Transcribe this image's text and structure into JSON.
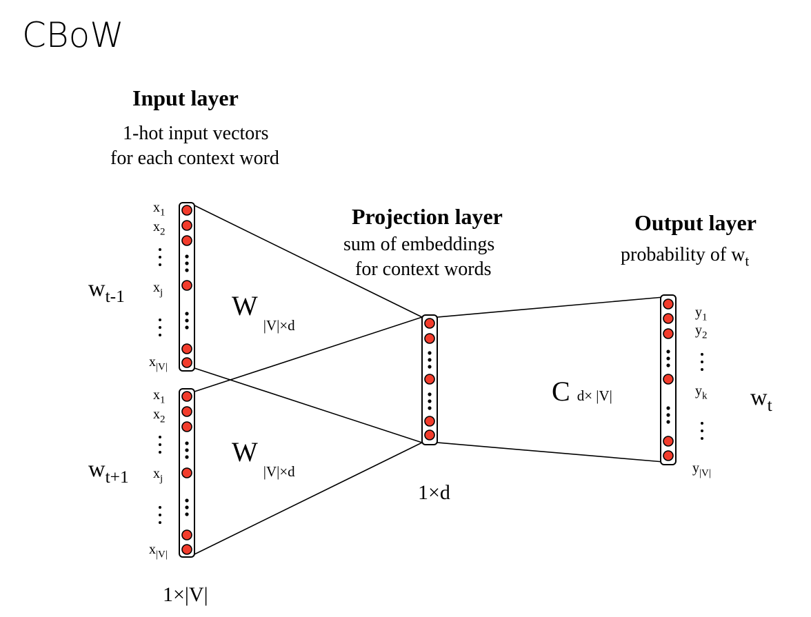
{
  "title": "CBoW",
  "input_layer": {
    "heading": "Input layer",
    "desc_line1": "1-hot input vectors",
    "desc_line2": "for each context word"
  },
  "projection_layer": {
    "heading": "Projection layer",
    "desc_line1": "sum of embeddings",
    "desc_line2": "for context words",
    "dim": "1×d"
  },
  "output_layer": {
    "heading": "Output layer",
    "desc_prefix": "probability of w",
    "desc_sub": "t"
  },
  "context_words": [
    {
      "base": "w",
      "sub": "t-1"
    },
    {
      "base": "w",
      "sub": "t+1"
    }
  ],
  "target_word": {
    "base": "w",
    "sub": "t"
  },
  "input_labels": {
    "x1": {
      "base": "x",
      "sub": "1"
    },
    "x2": {
      "base": "x",
      "sub": "2"
    },
    "xj": {
      "base": "x",
      "sub": "j"
    },
    "xv": {
      "base": "x",
      "sub": "|V|"
    }
  },
  "output_labels": {
    "y1": {
      "base": "y",
      "sub": "1"
    },
    "y2": {
      "base": "y",
      "sub": "2"
    },
    "yk": {
      "base": "y",
      "sub": "k"
    },
    "yv": {
      "base": "y",
      "sub": "|V|"
    }
  },
  "weights": {
    "W": {
      "base": "W",
      "sub": "|V|×d"
    },
    "C": {
      "base": "C",
      "sub": "d× |V|"
    }
  },
  "input_dim": "1×|V|",
  "colors": {
    "node_fill": "#f23c2c",
    "stroke": "#000000"
  }
}
